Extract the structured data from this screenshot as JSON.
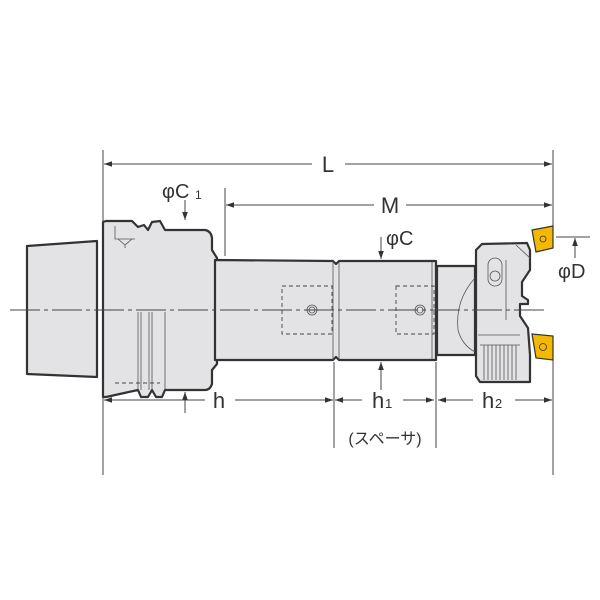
{
  "dimensions": {
    "L": "L",
    "M": "M",
    "phiC1": "φC",
    "phiC1_sub": "1",
    "phiC": "φC",
    "phiD": "φD",
    "h": "h",
    "h1": "h",
    "h1_sub": "1",
    "h2": "h",
    "h2_sub": "2",
    "spacer_note": "(スペーサ)"
  },
  "colors": {
    "insert": "#f5b800",
    "body": "#e3e3e6",
    "line": "#333333"
  }
}
